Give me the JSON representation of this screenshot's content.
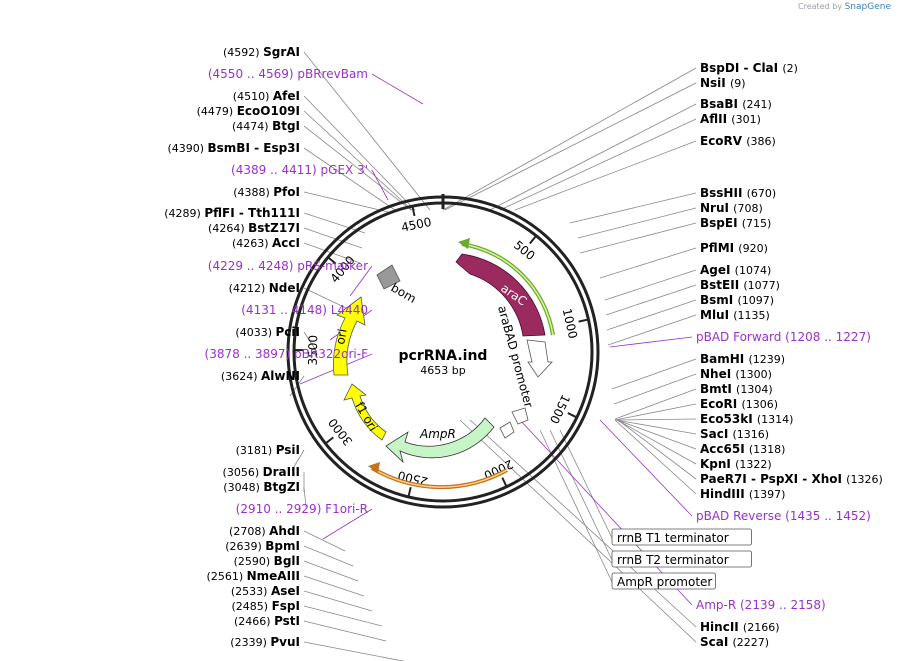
{
  "credit": {
    "prefix": "Created by",
    "brand": "SnapGene"
  },
  "plasmid": {
    "name": "pcrRNA.ind",
    "length": "4653 bp"
  },
  "ticks": [
    "500",
    "1000",
    "1500",
    "2000",
    "2500",
    "3000",
    "3500",
    "4000",
    "4500"
  ],
  "features": [
    {
      "label": "araC",
      "color": "#9b2a5f",
      "text_color": "#ffffff"
    },
    {
      "label": "araBAD promoter",
      "color": "#ffffff",
      "text_color": "#000000"
    },
    {
      "label": "AmpR",
      "color": "#c8f5c8",
      "text_color": "#000000"
    },
    {
      "label": "f1 ori",
      "color": "#ffff00",
      "text_color": "#000000"
    },
    {
      "label": "ori",
      "color": "#ffff00",
      "text_color": "#000000"
    },
    {
      "label": "bom",
      "color": "#999999",
      "text_color": "#000000"
    }
  ],
  "left_labels": [
    {
      "pos": "(4592)",
      "name": "SgrAI"
    },
    {
      "primer": "(4550 .. 4569)  pBRrevBam"
    },
    {
      "pos": "(4510)",
      "name": "AfeI"
    },
    {
      "pos": "(4479)",
      "name": "EcoO109I"
    },
    {
      "pos": "(4474)",
      "name": "BtgI"
    },
    {
      "pos": "(4390)",
      "name": "BsmBI  - Esp3I"
    },
    {
      "primer": "(4389 .. 4411)  pGEX 3'"
    },
    {
      "pos": "(4388)",
      "name": "PfoI"
    },
    {
      "pos": "(4289)",
      "name": "PflFI  - Tth111I"
    },
    {
      "pos": "(4264)",
      "name": "BstZ17I"
    },
    {
      "pos": "(4263)",
      "name": "AccI"
    },
    {
      "primer": "(4229 .. 4248)  pRS-marker"
    },
    {
      "pos": "(4212)",
      "name": "NdeI"
    },
    {
      "primer": "(4131 .. 4148)  L4440"
    },
    {
      "pos": "(4033)",
      "name": "PciI"
    },
    {
      "primer": "(3878 .. 3897)  pBR322ori-F"
    },
    {
      "pos": "(3624)",
      "name": "AlwNI"
    },
    {
      "pos": "(3181)",
      "name": "PsiI"
    },
    {
      "pos": "(3056)",
      "name": "DraIII"
    },
    {
      "pos": "(3048)",
      "name": "BtgZI"
    },
    {
      "primer": "(2910 .. 2929)  F1ori-R"
    },
    {
      "pos": "(2708)",
      "name": "AhdI"
    },
    {
      "pos": "(2639)",
      "name": "BpmI"
    },
    {
      "pos": "(2590)",
      "name": "BglI"
    },
    {
      "pos": "(2561)",
      "name": "NmeAIII"
    },
    {
      "pos": "(2533)",
      "name": "AseI"
    },
    {
      "pos": "(2485)",
      "name": "FspI"
    },
    {
      "pos": "(2466)",
      "name": "PstI"
    },
    {
      "pos": "(2339)",
      "name": "PvuI"
    }
  ],
  "right_labels": [
    {
      "name": "BspDI  - ClaI",
      "pos": "(2)"
    },
    {
      "name": "NsiI",
      "pos": "(9)"
    },
    {
      "name": "BsaBI",
      "pos": "(241)"
    },
    {
      "name": "AflII",
      "pos": "(301)"
    },
    {
      "name": "EcoRV",
      "pos": "(386)"
    },
    {
      "name": "BssHII",
      "pos": "(670)"
    },
    {
      "name": "NruI",
      "pos": "(708)"
    },
    {
      "name": "BspEI",
      "pos": "(715)"
    },
    {
      "name": "PflMI",
      "pos": "(920)"
    },
    {
      "name": "AgeI",
      "pos": "(1074)"
    },
    {
      "name": "BstEII",
      "pos": "(1077)"
    },
    {
      "name": "BsmI",
      "pos": "(1097)"
    },
    {
      "name": "MluI",
      "pos": "(1135)"
    },
    {
      "primer": "pBAD Forward   (1208 .. 1227)"
    },
    {
      "name": "BamHI",
      "pos": "(1239)"
    },
    {
      "name": "NheI",
      "pos": "(1300)"
    },
    {
      "name": "BmtI",
      "pos": "(1304)"
    },
    {
      "name": "EcoRI",
      "pos": "(1306)"
    },
    {
      "name": "Eco53kI",
      "pos": "(1314)"
    },
    {
      "name": "SacI",
      "pos": "(1316)"
    },
    {
      "name": "Acc65I",
      "pos": "(1318)"
    },
    {
      "name": "KpnI",
      "pos": "(1322)"
    },
    {
      "name": "PaeR7I  - PspXI  - XhoI",
      "pos": "(1326)"
    },
    {
      "name": "HindIII",
      "pos": "(1397)"
    },
    {
      "primer": "pBAD Reverse   (1435 .. 1452)"
    },
    {
      "box": "rrnB T1 terminator"
    },
    {
      "box": "rrnB T2 terminator"
    },
    {
      "box": "AmpR promoter"
    },
    {
      "primer": "Amp-R   (2139 .. 2158)"
    },
    {
      "name": "HincII",
      "pos": "(2166)"
    },
    {
      "name": "ScaI",
      "pos": "(2227)"
    }
  ]
}
